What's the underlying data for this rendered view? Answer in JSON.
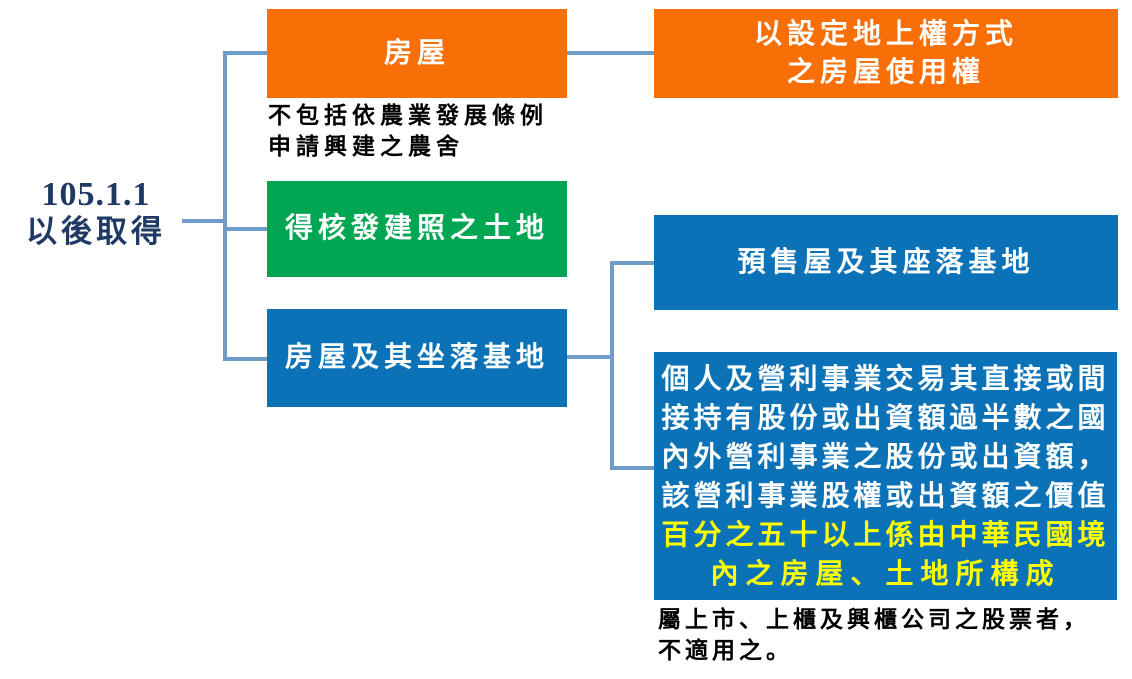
{
  "colors": {
    "orange": "#f86f07",
    "green": "#00a651",
    "blue": "#0b72b8",
    "line": "#6f9cc6",
    "navy": "#1f3864",
    "yellow": "#ffff00",
    "black": "#000000",
    "white": "#ffffff"
  },
  "root": {
    "line1": "105.1.1",
    "line2": "以後取得"
  },
  "nodes": {
    "house": {
      "label": "房屋"
    },
    "house_note": {
      "line1": "不包括依農業發展條例",
      "line2": "申請興建之農舍"
    },
    "buildable_land": {
      "label": "得核發建照之土地"
    },
    "house_and_land": {
      "label": "房屋及其坐落基地"
    },
    "superficies": {
      "line1": "以設定地上權方式",
      "line2": "之房屋使用權"
    },
    "presale": {
      "label": "預售屋及其座落基地"
    },
    "shares": {
      "lines": [
        {
          "text": "個人及營利事業交易其直接或間",
          "highlight": false
        },
        {
          "text": "接持有股份或出資額過半數之國",
          "highlight": false
        },
        {
          "text": "內外營利事業之股份或出資額，",
          "highlight": false
        },
        {
          "text": "該營利事業股權或出資額之價值",
          "highlight": false
        },
        {
          "text": "百分之五十以上係由中華民國境",
          "highlight": true
        },
        {
          "text": "內之房屋、土地所構成",
          "highlight": true
        }
      ]
    },
    "shares_note": {
      "line1": "屬上市、上櫃及興櫃公司之股票者，",
      "line2": "不適用之。"
    }
  }
}
